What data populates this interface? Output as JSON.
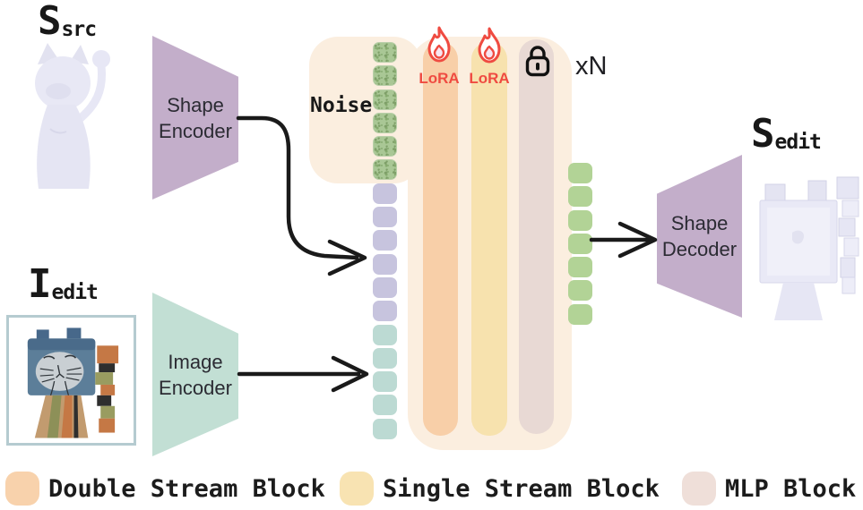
{
  "figure": {
    "source_shape_label": {
      "letter": "S",
      "subscript": "src"
    },
    "edit_image_label": {
      "letter": "I",
      "subscript": "edit"
    },
    "edit_shape_label": {
      "letter": "S",
      "subscript": "edit"
    },
    "noise_label": "Noise",
    "repeat_label": "xN",
    "lora_labels": [
      "LoRA",
      "LoRA"
    ]
  },
  "blocks": {
    "shape_encoder": {
      "line1": "Shape",
      "line2": "Encoder"
    },
    "image_encoder": {
      "line1": "Image",
      "line2": "Encoder"
    },
    "shape_decoder": {
      "line1": "Shape",
      "line2": "Decoder"
    }
  },
  "tokens": {
    "noise_count": 6,
    "shape_count": 6,
    "image_count": 5,
    "output_count": 7
  },
  "legend": {
    "items": [
      {
        "label": "Double Stream Block",
        "color": "#F8D2AC"
      },
      {
        "label": "Single Stream Block",
        "color": "#F8E3B2"
      },
      {
        "label": "MLP Block",
        "color": "#EFDFD9"
      }
    ]
  },
  "colors": {
    "container": "#FBEEDF",
    "double_stream_bar": "#F8CFA8",
    "single_stream_bar": "#F7E2AE",
    "mlp_bar": "#E8D9D4",
    "noise_token": "#A9C795",
    "shape_token": "#C7C4DE",
    "image_token": "#BCDAD3",
    "output_token": "#B2D396",
    "encoder_purple": "#C3AECA",
    "encoder_teal": "#C2DFD4",
    "lora_red": "#EF4B41",
    "arrow_black": "#1A1A1A"
  }
}
